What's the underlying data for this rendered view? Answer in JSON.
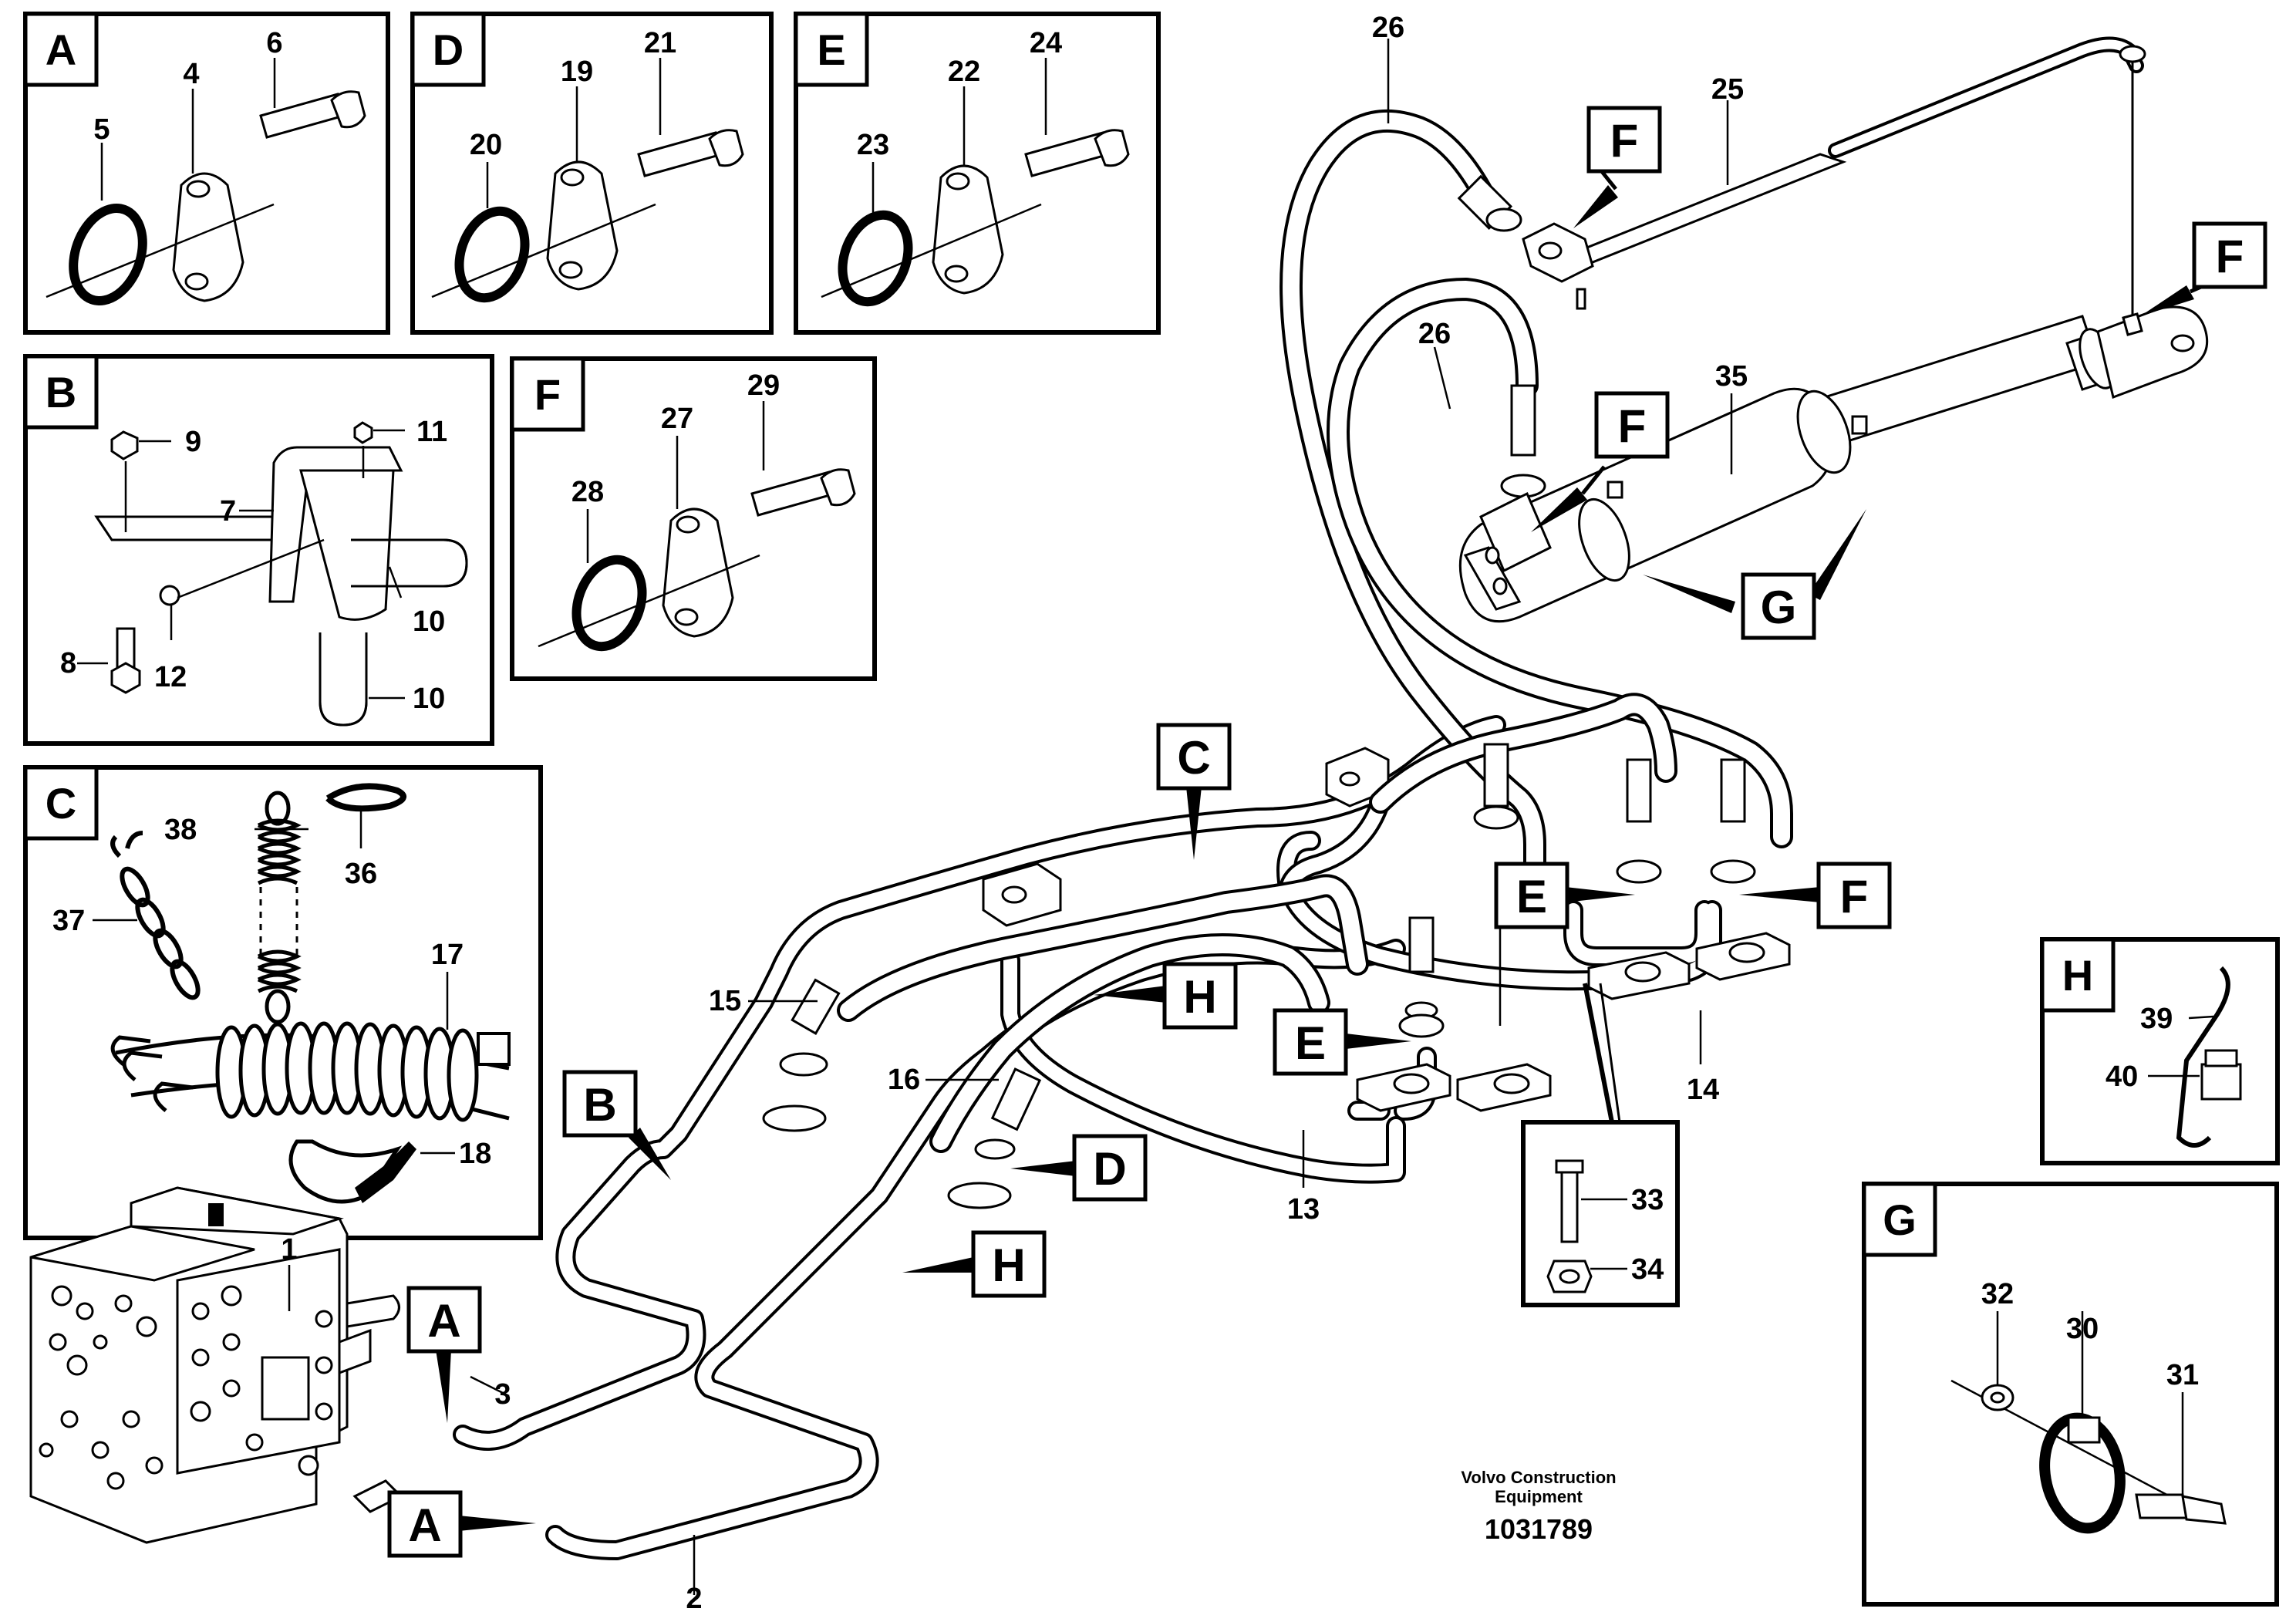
{
  "detail_boxes": [
    {
      "letter": "A",
      "items": [
        "5",
        "4",
        "6"
      ]
    },
    {
      "letter": "D",
      "items": [
        "20",
        "19",
        "21"
      ]
    },
    {
      "letter": "E",
      "items": [
        "23",
        "22",
        "24"
      ]
    },
    {
      "letter": "B",
      "items": [
        "9",
        "11",
        "7",
        "10",
        "8",
        "12",
        "10"
      ]
    },
    {
      "letter": "F",
      "items": [
        "28",
        "27",
        "29"
      ]
    },
    {
      "letter": "C",
      "items": [
        "38",
        "36",
        "37",
        "17",
        "18"
      ]
    },
    {
      "letter": "H",
      "items": [
        "39",
        "40"
      ]
    },
    {
      "letter": "G",
      "items": [
        "32",
        "30",
        "31"
      ]
    }
  ],
  "callouts": [
    "F",
    "F",
    "F",
    "G",
    "C",
    "E",
    "F",
    "H",
    "E",
    "B",
    "D",
    "H",
    "A",
    "A"
  ],
  "main_labels": [
    "26",
    "25",
    "26",
    "35",
    "15",
    "16",
    "14",
    "13",
    "33",
    "34",
    "1",
    "3",
    "2"
  ],
  "footer": {
    "company_line1": "Volvo Construction",
    "company_line2": "Equipment",
    "drawing_number": "1031789"
  }
}
